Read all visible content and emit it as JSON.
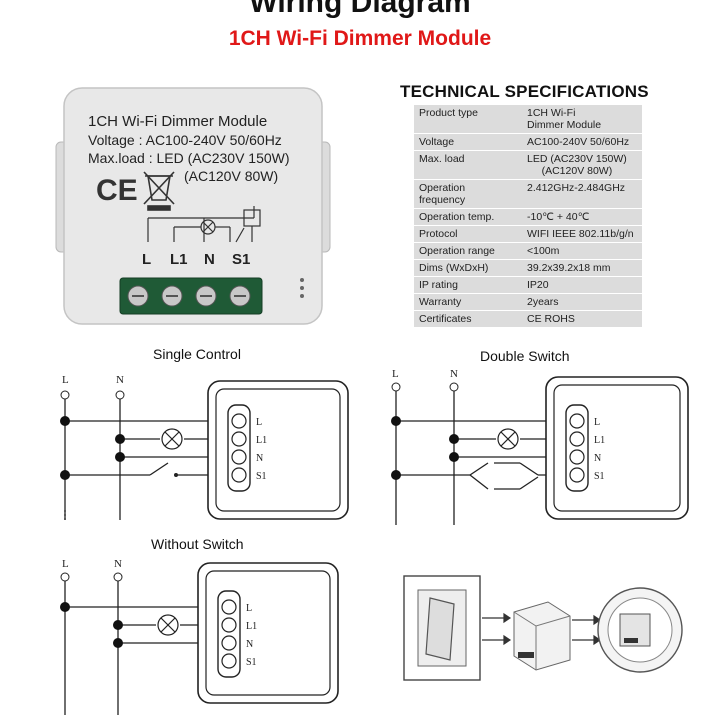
{
  "header": {
    "title": "Wiring Diagram",
    "subtitle": "1CH Wi-Fi Dimmer Module"
  },
  "module": {
    "name": "1CH Wi-Fi Dimmer Module",
    "voltage": "Voltage : AC100-240V 50/60Hz",
    "maxload1": "Max.load : LED (AC230V 150W)",
    "maxload2": "(AC120V 80W)",
    "ce_mark": "CE",
    "terminals": [
      "L",
      "L1",
      "N",
      "S1"
    ]
  },
  "specs": {
    "title": "TECHNICAL SPECIFICATIONS",
    "rows": [
      {
        "k": "Product type",
        "v": "1CH Wi-Fi\nDimmer Module"
      },
      {
        "k": "Voltage",
        "v": "AC100-240V 50/60Hz"
      },
      {
        "k": "Max. load",
        "v": "LED (AC230V 150W)\n     (AC120V 80W)"
      },
      {
        "k": "Operation\nfrequency",
        "v": "2.412GHz-2.484GHz"
      },
      {
        "k": "Operation temp.",
        "v": "-10℃ + 40℃"
      },
      {
        "k": "Protocol",
        "v": "WIFI  IEEE 802.11b/g/n"
      },
      {
        "k": "Operation range",
        "v": "<100m"
      },
      {
        "k": "Dims (WxDxH)",
        "v": "39.2x39.2x18 mm"
      },
      {
        "k": "IP rating",
        "v": "IP20"
      },
      {
        "k": "Warranty",
        "v": "2years"
      },
      {
        "k": "Certificates",
        "v": "CE ROHS"
      }
    ]
  },
  "diagrams": {
    "single": {
      "caption": "Single Control",
      "line_labels": [
        "L",
        "N"
      ],
      "terminals": [
        "L",
        "L1",
        "N",
        "S1"
      ]
    },
    "double": {
      "caption": "Double Switch",
      "line_labels": [
        "L",
        "N"
      ],
      "terminals": [
        "L",
        "L1",
        "N",
        "S1"
      ]
    },
    "noswitch": {
      "caption": "Without Switch",
      "line_labels": [
        "L",
        "N"
      ],
      "terminals": [
        "L",
        "L1",
        "N",
        "S1"
      ]
    }
  }
}
